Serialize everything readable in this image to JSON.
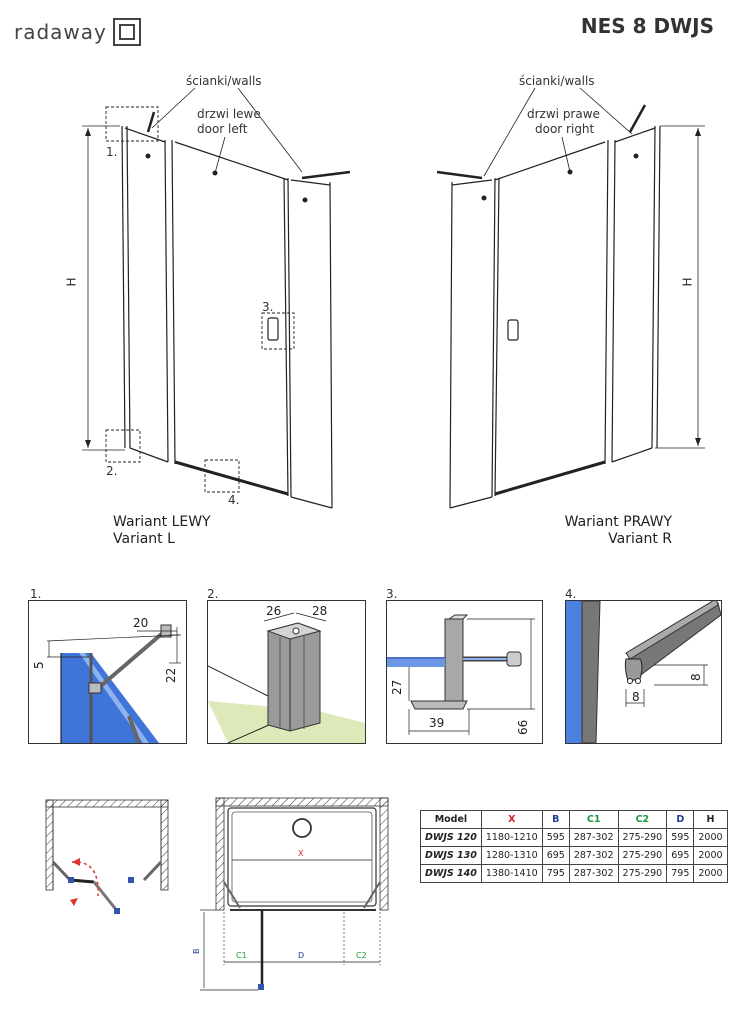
{
  "brand": {
    "name": "radaway"
  },
  "model": "NES 8 DWJS",
  "left_view": {
    "walls_label": "ścianki/walls",
    "door_label_pl": "drzwi lewe",
    "door_label_en": "door left",
    "height_label": "H",
    "callouts": [
      "1.",
      "2.",
      "3.",
      "4."
    ],
    "variant_pl": "Wariant LEWY",
    "variant_en": "Variant L"
  },
  "right_view": {
    "walls_label": "ścianki/walls",
    "door_label_pl": "drzwi prawe",
    "door_label_en": "door right",
    "height_label": "H",
    "variant_pl": "Wariant PRAWY",
    "variant_en": "Variant R"
  },
  "details": [
    {
      "label": "1.",
      "dims": [
        "20",
        "5",
        "22"
      ]
    },
    {
      "label": "2.",
      "dims": [
        "26",
        "28"
      ]
    },
    {
      "label": "3.",
      "dims": [
        "27",
        "39",
        "66"
      ]
    },
    {
      "label": "4.",
      "dims": [
        "8",
        "8"
      ]
    }
  ],
  "plan": {
    "labels": {
      "x": "X",
      "b": "B",
      "c1": "C1",
      "d": "D",
      "c2": "C2"
    }
  },
  "table": {
    "headers": [
      "Model",
      "X",
      "B",
      "C1",
      "C2",
      "D",
      "H"
    ],
    "header_colors": [
      "#222222",
      "#d21e1e",
      "#1d3d8f",
      "#1e9a3a",
      "#1e9a3a",
      "#1d3d8f",
      "#222222"
    ],
    "rows": [
      [
        "DWJS 120",
        "1180-1210",
        "595",
        "287-302",
        "275-290",
        "595",
        "2000"
      ],
      [
        "DWJS 130",
        "1280-1310",
        "695",
        "287-302",
        "275-290",
        "695",
        "2000"
      ],
      [
        "DWJS 140",
        "1380-1410",
        "795",
        "287-302",
        "275-290",
        "795",
        "2000"
      ]
    ]
  }
}
